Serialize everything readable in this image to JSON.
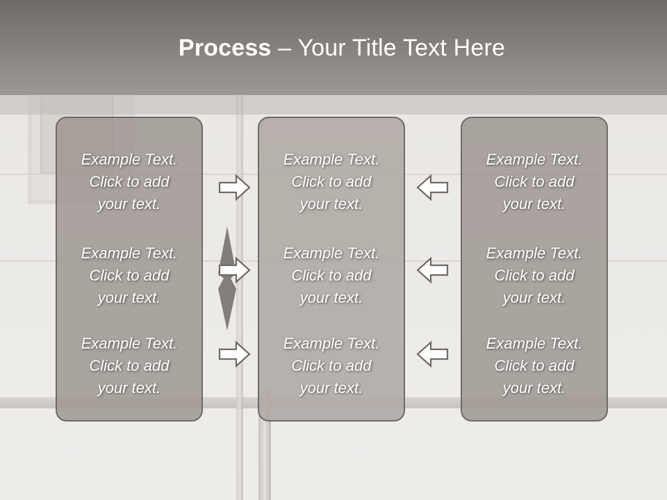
{
  "slide": {
    "title_bold": "Process",
    "title_rest": " – Your Title Text Here"
  },
  "columns": [
    {
      "items": [
        {
          "l1": "Example Text.",
          "l2": "Click  to add",
          "l3": "your text."
        },
        {
          "l1": "Example Text.",
          "l2": "Click  to add",
          "l3": "your text."
        },
        {
          "l1": "Example Text.",
          "l2": "Click  to add",
          "l3": "your text."
        }
      ]
    },
    {
      "items": [
        {
          "l1": "Example Text.",
          "l2": "Click  to add",
          "l3": "your text."
        },
        {
          "l1": "Example Text.",
          "l2": "Click  to add",
          "l3": "your text."
        },
        {
          "l1": "Example Text.",
          "l2": "Click  to add",
          "l3": "your text."
        }
      ]
    },
    {
      "items": [
        {
          "l1": "Example Text.",
          "l2": "Click  to add",
          "l3": "your text."
        },
        {
          "l1": "Example Text.",
          "l2": "Click  to add",
          "l3": "your text."
        },
        {
          "l1": "Example Text.",
          "l2": "Click  to add",
          "l3": "your text."
        }
      ]
    }
  ],
  "icons": {
    "left_arrows": "arrow-right-icon",
    "right_arrows": "arrow-left-icon"
  },
  "colors": {
    "title_bar": "#8a8480",
    "box_fill": "#9b948f",
    "box_border": "#6f6a66",
    "text": "#ffffff"
  }
}
